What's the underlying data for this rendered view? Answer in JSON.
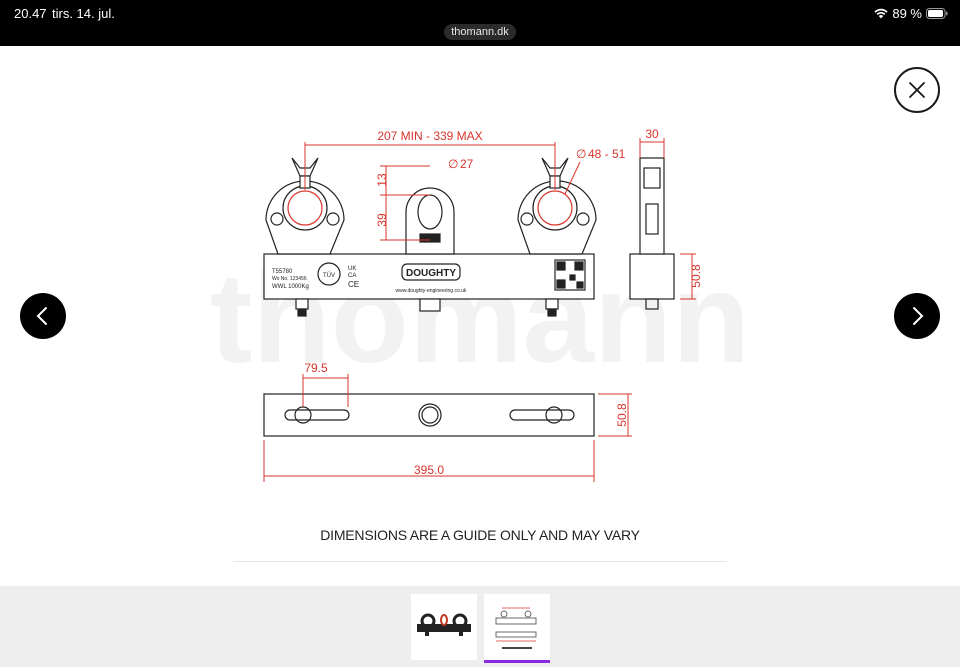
{
  "status": {
    "time": "20.47",
    "date": "tirs. 14. jul.",
    "battery": "89 %"
  },
  "browser": {
    "url": "thomann.dk"
  },
  "watermark": "thomann",
  "drawing": {
    "dims": {
      "span": "207 MIN - 339 MAX",
      "width_side": "30",
      "bore": "27",
      "clamp_range": "48 - 51",
      "top_gap": "13",
      "eye_height": "39",
      "height_side": "50.8",
      "hole_offset": "79.5",
      "height_bottom": "50.8",
      "length": "395.0"
    },
    "plate": {
      "part_no": "T55780",
      "wo_no": "Wo No. 123456",
      "wwl": "WWL 1000Kg",
      "tuv": "TÜV",
      "uk": "UK",
      "ca": "CA",
      "ce": "CE",
      "brand": "DOUGHTY",
      "web": "www.doughty-engineering.co.uk"
    }
  },
  "caption": "DIMENSIONS ARE A GUIDE ONLY AND MAY VARY",
  "colors": {
    "dimension": "#d9342b",
    "active_thumb": "#8a2be2"
  }
}
